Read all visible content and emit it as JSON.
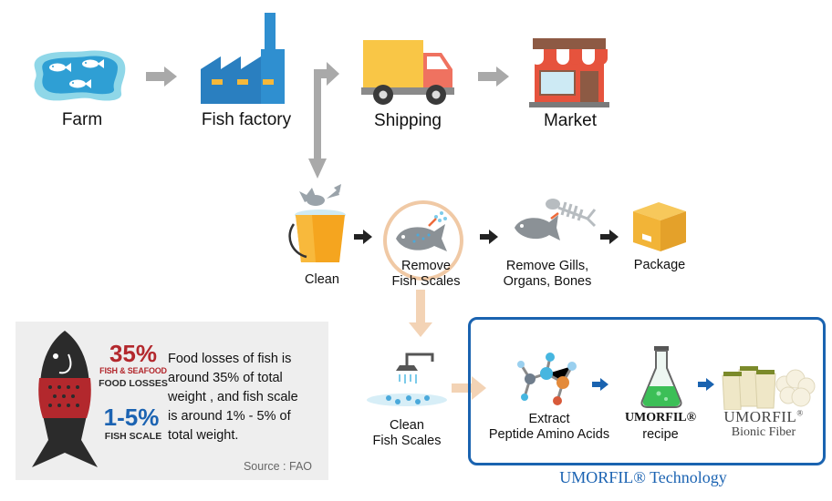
{
  "top_flow": [
    {
      "id": "farm",
      "label": "Farm",
      "icon": "fish-farm-icon"
    },
    {
      "id": "factory",
      "label": "Fish factory",
      "icon": "factory-icon"
    },
    {
      "id": "shipping",
      "label": "Shipping",
      "icon": "truck-icon"
    },
    {
      "id": "market",
      "label": "Market",
      "icon": "store-icon"
    }
  ],
  "process_steps": {
    "clean": "Clean",
    "remove_scales": [
      "Remove",
      "Fish Scales"
    ],
    "remove_gills": [
      "Remove Gills,",
      "Organs, Bones"
    ],
    "package": "Package"
  },
  "scales_step": [
    "Clean",
    "Fish Scales"
  ],
  "stats": {
    "percent_losses": "35%",
    "losses_line1": "FISH & SEAFOOD",
    "losses_line2": "FOOD LOSSES",
    "percent_scale": "1-5%",
    "scale_label": "FISH SCALE",
    "description": [
      "Food losses of fish is",
      "around 35% of total",
      "weight , and fish scale",
      "is around 1% - 5% of",
      "total weight."
    ],
    "source": "Source : FAO"
  },
  "technology": {
    "extract": [
      "Extract",
      "Peptide Amino Acids"
    ],
    "recipe_brand": "UMORFIL®",
    "recipe_label": "recipe",
    "fiber_brand": "UMORFIL",
    "fiber_mark": "®",
    "fiber_label": "Bionic Fiber",
    "caption": "UMORFIL® Technology"
  },
  "colors": {
    "arrow_gray": "#a9a9a9",
    "arrow_peach": "#f3d3b5",
    "arrow_blue": "#1a63b0",
    "accent_red": "#b3282d",
    "accent_blue": "#1b63b2",
    "box_border": "#1a63b0"
  }
}
